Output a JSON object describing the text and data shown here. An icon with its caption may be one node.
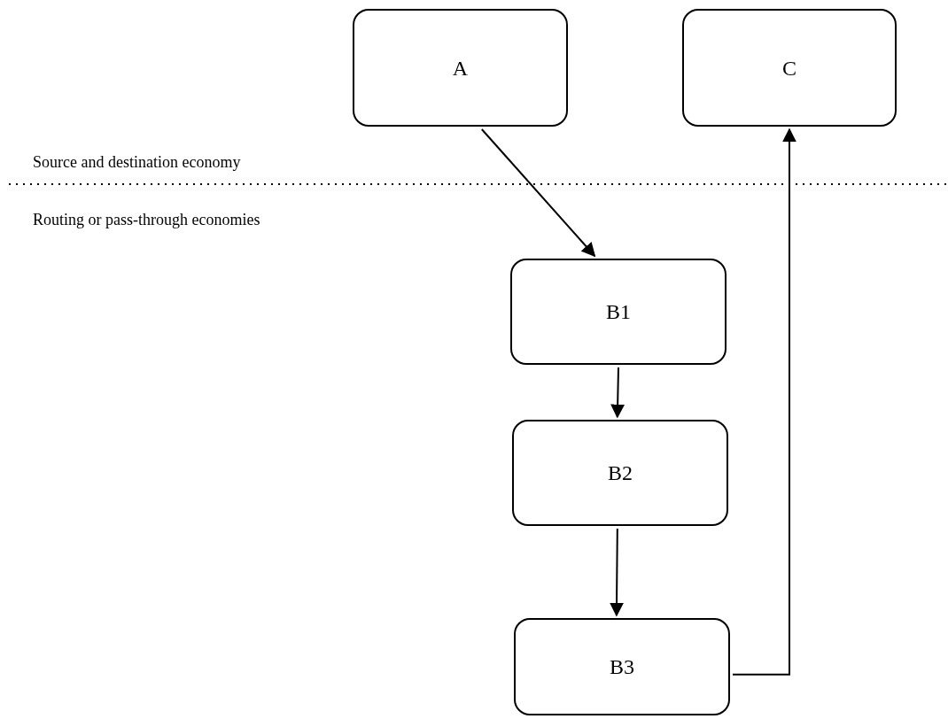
{
  "diagram": {
    "nodes": [
      {
        "text": [
          "A"
        ]
      },
      {
        "text": [
          "C"
        ]
      },
      {
        "text": [
          "B1"
        ]
      },
      {
        "text": [
          "B2"
        ]
      },
      {
        "text": [
          "B3"
        ]
      }
    ],
    "edges": [
      {
        "from": 0,
        "to": 2,
        "arrow": "to"
      },
      {
        "from": 2,
        "to": 3,
        "arrow": "to"
      },
      {
        "from": 3,
        "to": 4,
        "arrow": "to"
      },
      {
        "from": 4,
        "to": 1,
        "arrow": "to"
      }
    ],
    "labels": [
      "Source and destination economy",
      "Routing or pass-through economies"
    ]
  }
}
